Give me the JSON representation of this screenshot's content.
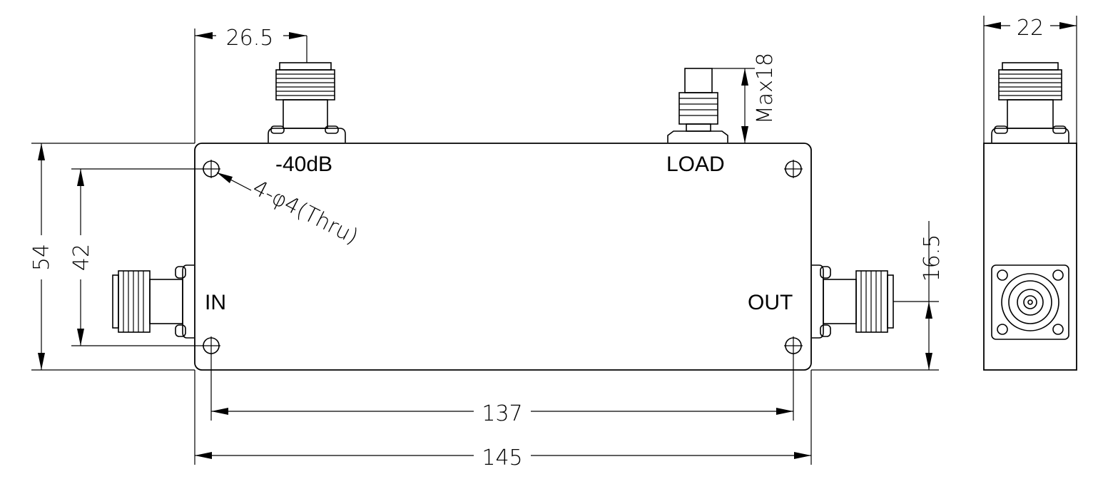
{
  "labels": {
    "coupled_port": "-40dB",
    "load_port": "LOAD",
    "input_port": "IN",
    "output_port": "OUT"
  },
  "dimensions": {
    "coupled_offset": "26.5",
    "load_height": "Max18",
    "side_width": "22",
    "total_height": "54",
    "hole_spacing_v": "42",
    "port_offset": "16.5",
    "hole_spacing_h": "137",
    "total_length": "145",
    "holes": "4-φ4(Thru)"
  }
}
